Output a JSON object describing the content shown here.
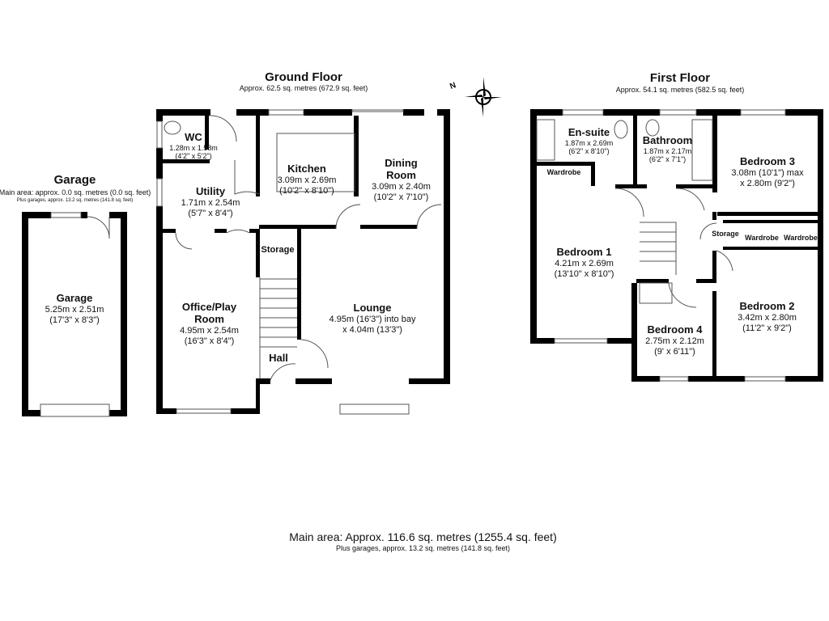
{
  "ground_floor": {
    "title": "Ground Floor",
    "area": "Approx. 62.5 sq. metres (672.9 sq. feet)",
    "rooms": [
      {
        "name": "WC",
        "dims_m": "1.28m x 1.58m",
        "dims_ft": "(4'2\" x 5'2\")"
      },
      {
        "name": "Kitchen",
        "dims_m": "3.09m x 2.69m",
        "dims_ft": "(10'2\" x 8'10\")"
      },
      {
        "name": "Dining Room",
        "dims_m": "3.09m x 2.40m",
        "dims_ft": "(10'2\" x 7'10\")"
      },
      {
        "name": "Utility",
        "dims_m": "1.71m x 2.54m",
        "dims_ft": "(5'7\" x 8'4\")"
      },
      {
        "name": "Storage"
      },
      {
        "name": "Office/Play Room",
        "dims_m": "4.95m x 2.54m",
        "dims_ft": "(16'3\" x 8'4\")"
      },
      {
        "name": "Lounge",
        "dims_m": "4.95m (16'3\") into bay",
        "dims_ft": "x 4.04m (13'3\")"
      },
      {
        "name": "Hall"
      }
    ]
  },
  "garage": {
    "title": "Garage",
    "area": "Main area: approx. 0.0 sq. metres (0.0 sq. feet)",
    "sub_area": "Plus garages, approx. 13.2 sq. metres (141.8 sq. feet)",
    "room": {
      "name": "Garage",
      "dims_m": "5.25m x 2.51m",
      "dims_ft": "(17'3\" x 8'3\")"
    }
  },
  "first_floor": {
    "title": "First Floor",
    "area": "Approx. 54.1 sq. metres (582.5 sq. feet)",
    "rooms": [
      {
        "name": "En-suite",
        "dims_m": "1.87m x 2.69m",
        "dims_ft": "(6'2\" x 8'10\")"
      },
      {
        "name": "Bathroom",
        "dims_m": "1.87m x 2.17m",
        "dims_ft": "(6'2\" x 7'1\")"
      },
      {
        "name": "Bedroom 3",
        "dims_m": "3.08m (10'1\") max",
        "dims_ft": "x 2.80m (9'2\")"
      },
      {
        "name": "Wardrobe"
      },
      {
        "name": "Bedroom 1",
        "dims_m": "4.21m x 2.69m",
        "dims_ft": "(13'10\" x 8'10\")"
      },
      {
        "name": "Storage"
      },
      {
        "name": "Wardrobe"
      },
      {
        "name": "Wardrobe"
      },
      {
        "name": "Bedroom 4",
        "dims_m": "2.75m x 2.12m",
        "dims_ft": "(9' x 6'11\")"
      },
      {
        "name": "Bedroom 2",
        "dims_m": "3.42m x 2.80m",
        "dims_ft": "(11'2\" x 9'2\")"
      }
    ]
  },
  "compass": {
    "label": "N",
    "icon": "compass-rose-icon"
  },
  "footer": {
    "main_area": "Main area: Approx. 116.6 sq. metres (1255.4 sq. feet)",
    "plus_garages": "Plus garages, approx. 13.2 sq. metres (141.8 sq. feet)"
  }
}
